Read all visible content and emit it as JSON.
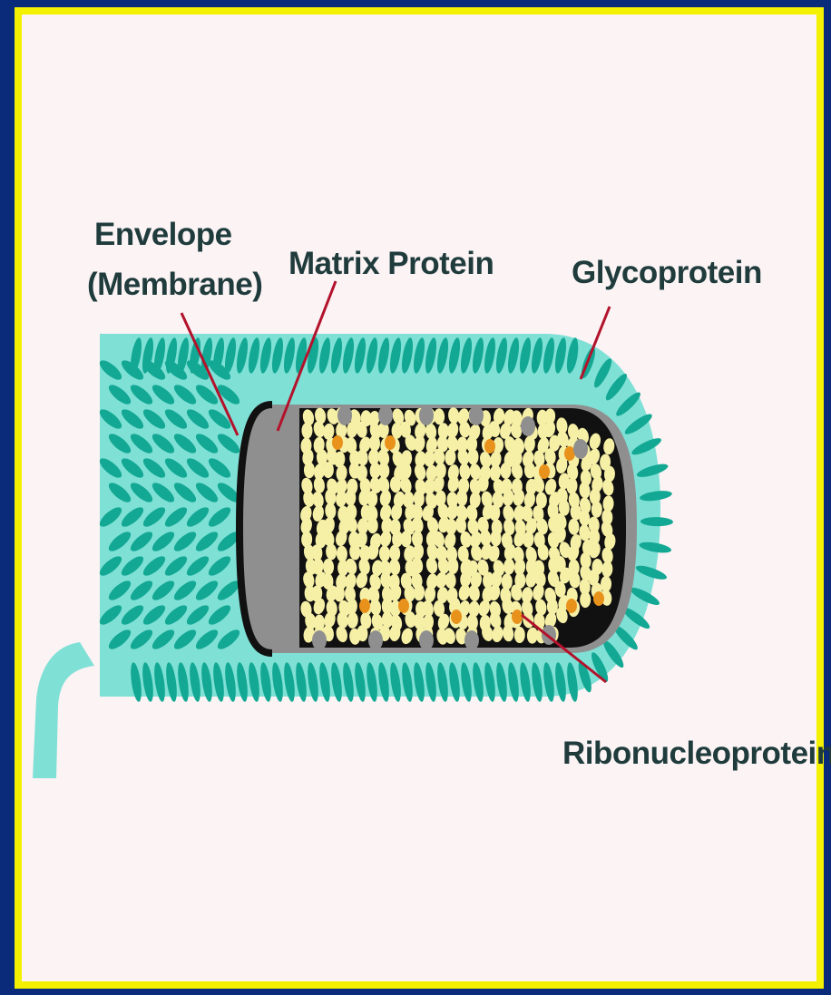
{
  "diagram": {
    "labels": {
      "envelope_line1": "Envelope",
      "envelope_line2": "(Membrane)",
      "matrix_protein": "Matrix Protein",
      "glycoprotein": "Glycoprotein",
      "ribonucleoprotein": "Ribonucleoprotein"
    },
    "colors": {
      "background": "#0a2a7a",
      "panel": "#fbf3f4",
      "border": "#f3f000",
      "envelope": "#7fe0d6",
      "spikes": "#12a893",
      "matrix": "#8f8f8f",
      "rnp_body": "#f6efa6",
      "rnp_core": "#111111",
      "accent_orange": "#e8921c",
      "leader_line": "#b3122b",
      "text": "#1f3b3c"
    }
  }
}
